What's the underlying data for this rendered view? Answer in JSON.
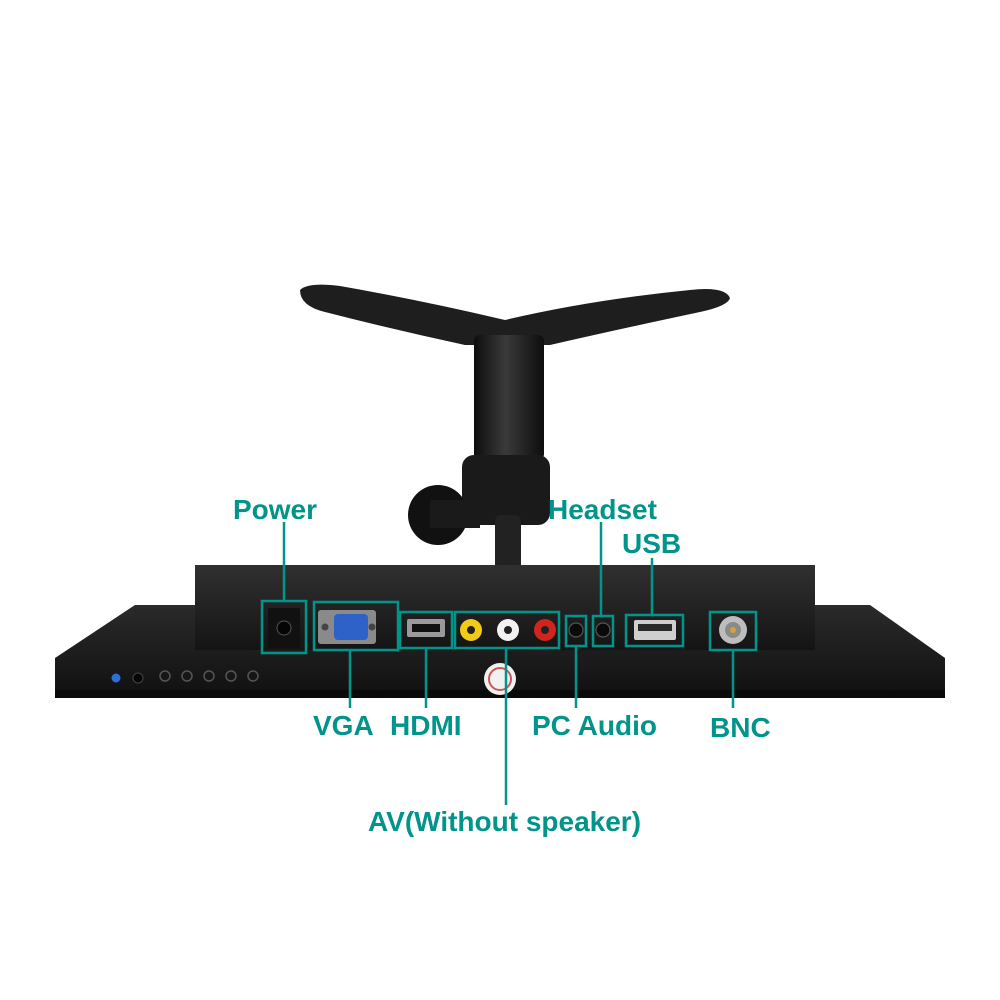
{
  "labels": {
    "power": "Power",
    "headset": "Headset",
    "usb": "USB",
    "vga": "VGA",
    "hdmi": "HDMI",
    "pc_audio": "PC Audio",
    "bnc": "BNC",
    "av": "AV(Without speaker)"
  },
  "colors": {
    "accent": "#00948a",
    "device": "#1b1b1b",
    "vga_port": "#2f62c8",
    "rca_yellow": "#f2cb17",
    "rca_white": "#f2f2f2",
    "rca_red": "#d0251c",
    "led_blue": "#2c6fd6"
  }
}
